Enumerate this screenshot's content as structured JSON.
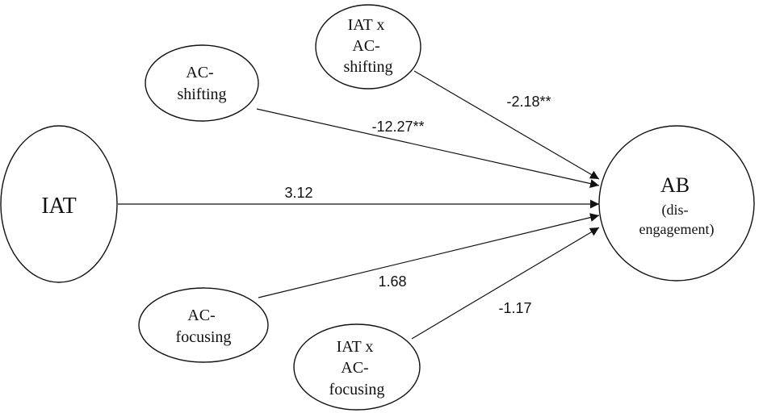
{
  "nodes": {
    "iat": {
      "lines": [
        "IAT"
      ]
    },
    "ac_shifting": {
      "lines": [
        "AC-",
        "shifting"
      ]
    },
    "iat_x_ac_shifting": {
      "lines": [
        "IAT x",
        "AC-",
        "shifting"
      ]
    },
    "ac_focusing": {
      "lines": [
        "AC-",
        "focusing"
      ]
    },
    "iat_x_ac_focusing": {
      "lines": [
        "IAT x",
        "AC-",
        "focusing"
      ]
    },
    "ab": {
      "lines": [
        "AB",
        "(dis-",
        "engagement)"
      ]
    }
  },
  "edges": {
    "iat_to_ab": {
      "label": "3.12"
    },
    "ac_shifting_to_ab": {
      "label": "-12.27**"
    },
    "iat_x_ac_shifting_to_ab": {
      "label": "-2.18**"
    },
    "ac_focusing_to_ab": {
      "label": "1.68"
    },
    "iat_x_ac_focusing_to_ab": {
      "label": "-1.17"
    }
  }
}
